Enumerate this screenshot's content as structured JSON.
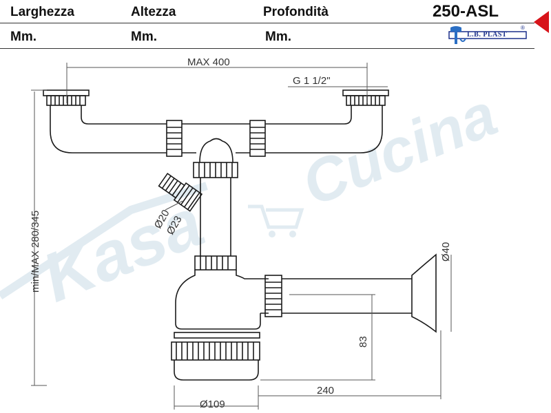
{
  "header": {
    "col1_label": "Larghezza",
    "col2_label": "Altezza",
    "col3_label": "Profondità",
    "product_code": "250-ASL",
    "col1_unit": "Mm.",
    "col2_unit": "Mm.",
    "col3_unit": "Mm."
  },
  "logo": {
    "text": "L.B. PLAST",
    "mark": "®"
  },
  "watermark": {
    "text1": "Kasa",
    "text2": "Cucina"
  },
  "dimensions": {
    "max_width": "MAX 400",
    "thread": "G 1 1/2\"",
    "height_range": "min/MAX 280/345",
    "inlet_d20": "Ø20",
    "inlet_d23": "Ø23",
    "flange_d40": "Ø40",
    "trap_height": "83",
    "trap_diameter": "Ø109",
    "horizontal_length": "240"
  },
  "colors": {
    "line": "#1a1a1a",
    "dimension": "#333333",
    "brand_red": "#d7141a",
    "brand_blue": "#1a2f8a",
    "watermark": "#c8dbe6"
  }
}
